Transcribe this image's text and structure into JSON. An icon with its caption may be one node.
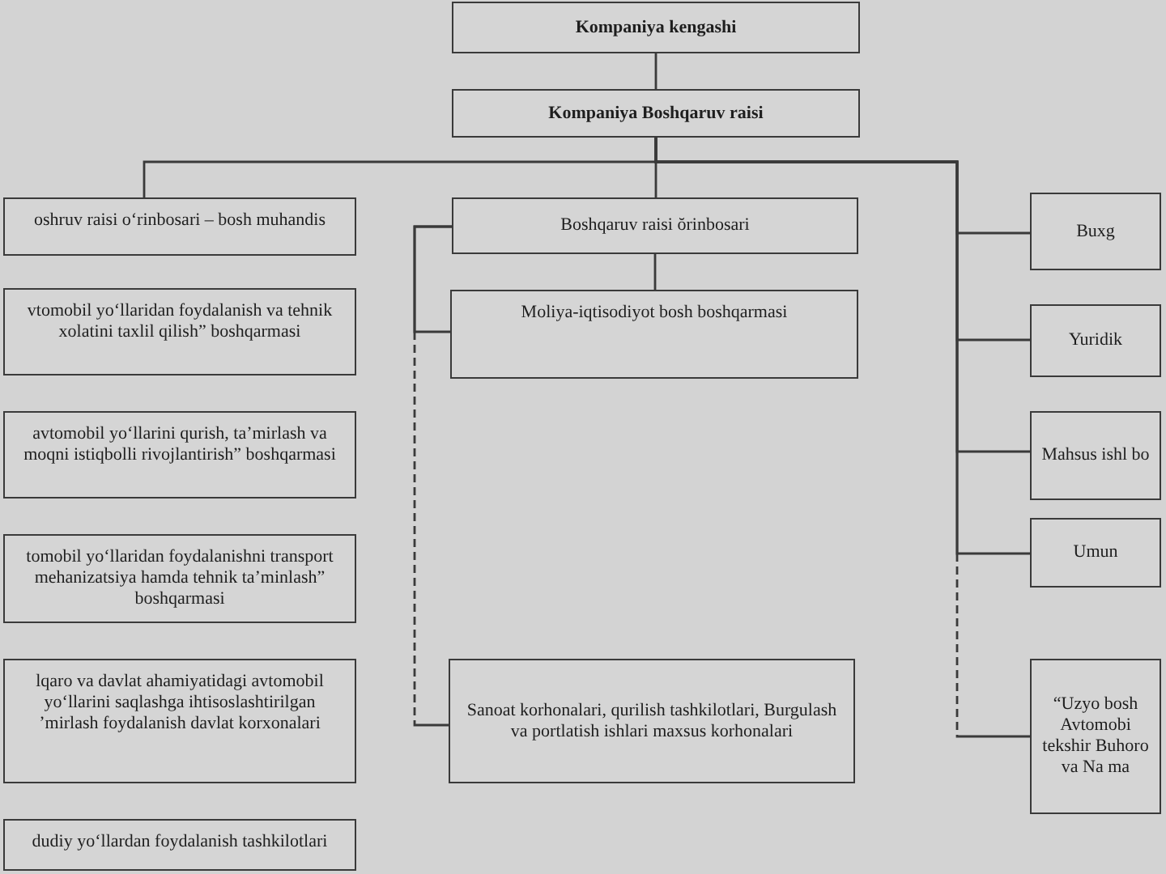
{
  "diagram": {
    "nodes": [
      {
        "text": [
          "Kompaniya kengashi"
        ]
      },
      {
        "text": [
          "Kompaniya Boshqaruv raisi"
        ]
      },
      {
        "text": [
          "oshruv raisi o‘rinbosari – bosh muhandis"
        ]
      },
      {
        "text": [
          "vtomobil yo‘llaridan foydalanish va tehnik xolatini taxlil qilish” boshqarmasi"
        ]
      },
      {
        "text": [
          "avtomobil yo‘llarini qurish, ta’mirlash va moqni istiqbolli rivojlantirish” boshqarmasi"
        ]
      },
      {
        "text": [
          "tomobil yo‘llaridan foydalanishni transport mehanizatsiya hamda tehnik ta’minlash” boshqarmasi"
        ]
      },
      {
        "text": [
          "lqaro va davlat ahamiyatidagi avtomobil yo‘llarini saqlashga ihtisoslashtirilgan ’mirlash foydalanish davlat korxonalari"
        ]
      },
      {
        "text": [
          "dudiy yo‘llardan foydalanish tashkilotlari"
        ]
      },
      {
        "text": [
          "Boshqaruv raisi ŏrinbosari"
        ]
      },
      {
        "text": [
          "Moliya-iqtisodiyot bosh boshqarmasi"
        ]
      },
      {
        "text": [
          "Sanoat korhonalari, qurilish tashkilotlari, Burgulash va portlatish ishlari maxsus korhonalari"
        ]
      },
      {
        "text": [
          "Buxg"
        ]
      },
      {
        "text": [
          "Yuridik"
        ]
      },
      {
        "text": [
          "Mahsus ishl bo"
        ]
      },
      {
        "text": [
          "Umun"
        ]
      },
      {
        "text": [
          "“Uzyo bosh Avtomobi tekshir Buhoro va Na ma"
        ]
      }
    ],
    "edges": [
      {
        "from": 0,
        "to": 1,
        "arrow": "none"
      },
      {
        "from": 1,
        "to": 2,
        "arrow": "none"
      },
      {
        "from": 1,
        "to": 8,
        "arrow": "none"
      },
      {
        "from": 1,
        "to": 11,
        "arrow": "none"
      },
      {
        "from": 1,
        "to": 12,
        "arrow": "none"
      },
      {
        "from": 1,
        "to": 13,
        "arrow": "none"
      },
      {
        "from": 1,
        "to": 14,
        "arrow": "none"
      },
      {
        "from": 1,
        "to": 15,
        "arrow": "none",
        "style": "dashed"
      },
      {
        "from": 8,
        "to": 9,
        "arrow": "none"
      },
      {
        "from": 8,
        "to": 9,
        "arrow": "none"
      },
      {
        "from": 8,
        "to": 10,
        "arrow": "none",
        "style": "dashed"
      }
    ]
  }
}
